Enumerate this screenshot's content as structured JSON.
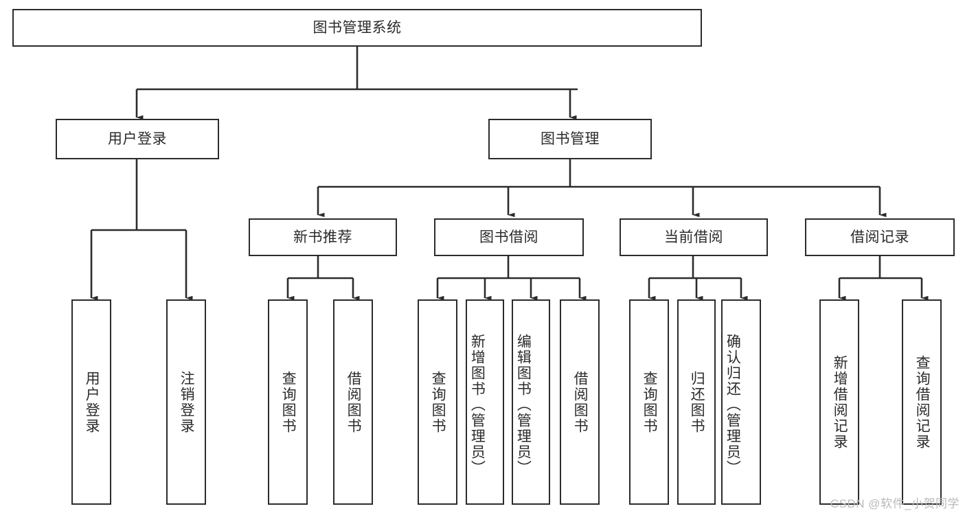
{
  "diagram": {
    "type": "tree-hierarchy",
    "title": "图书管理系统",
    "watermark": "CSDN @软件_小贺同学",
    "colors": {
      "stroke": "#2b2b2b",
      "fill": "#ffffff",
      "background": "#ffffff",
      "watermark": "#b9b9b9"
    },
    "nodes": {
      "root": {
        "label": "图书管理系统"
      },
      "level2": [
        {
          "id": "user-login",
          "label": "用户登录"
        },
        {
          "id": "book-manage",
          "label": "图书管理"
        }
      ],
      "level3": [
        {
          "id": "new-book-recommend",
          "label": "新书推荐"
        },
        {
          "id": "book-borrow",
          "label": "图书借阅"
        },
        {
          "id": "current-borrow",
          "label": "当前借阅"
        },
        {
          "id": "borrow-record",
          "label": "借阅记录"
        }
      ],
      "leaves": {
        "user-login": [
          {
            "id": "leaf-user-login",
            "label": "用户登录"
          },
          {
            "id": "leaf-user-logout",
            "label": "注销登录"
          }
        ],
        "new-book-recommend": [
          {
            "id": "leaf-query-book-1",
            "label": "查询图书"
          },
          {
            "id": "leaf-borrow-book-1",
            "label": "借阅图书"
          }
        ],
        "book-borrow": [
          {
            "id": "leaf-query-book-2",
            "label": "查询图书"
          },
          {
            "id": "leaf-add-book",
            "label": "新增图书（管理员）"
          },
          {
            "id": "leaf-edit-book",
            "label": "编辑图书（管理员）"
          },
          {
            "id": "leaf-borrow-book-2",
            "label": "借阅图书"
          }
        ],
        "current-borrow": [
          {
            "id": "leaf-query-book-3",
            "label": "查询图书"
          },
          {
            "id": "leaf-return-book",
            "label": "归还图书"
          },
          {
            "id": "leaf-confirm-return",
            "label": "确认归还（管理员）"
          }
        ],
        "borrow-record": [
          {
            "id": "leaf-add-record",
            "label": "新增借阅记录"
          },
          {
            "id": "leaf-query-record",
            "label": "查询借阅记录"
          }
        ]
      }
    }
  }
}
